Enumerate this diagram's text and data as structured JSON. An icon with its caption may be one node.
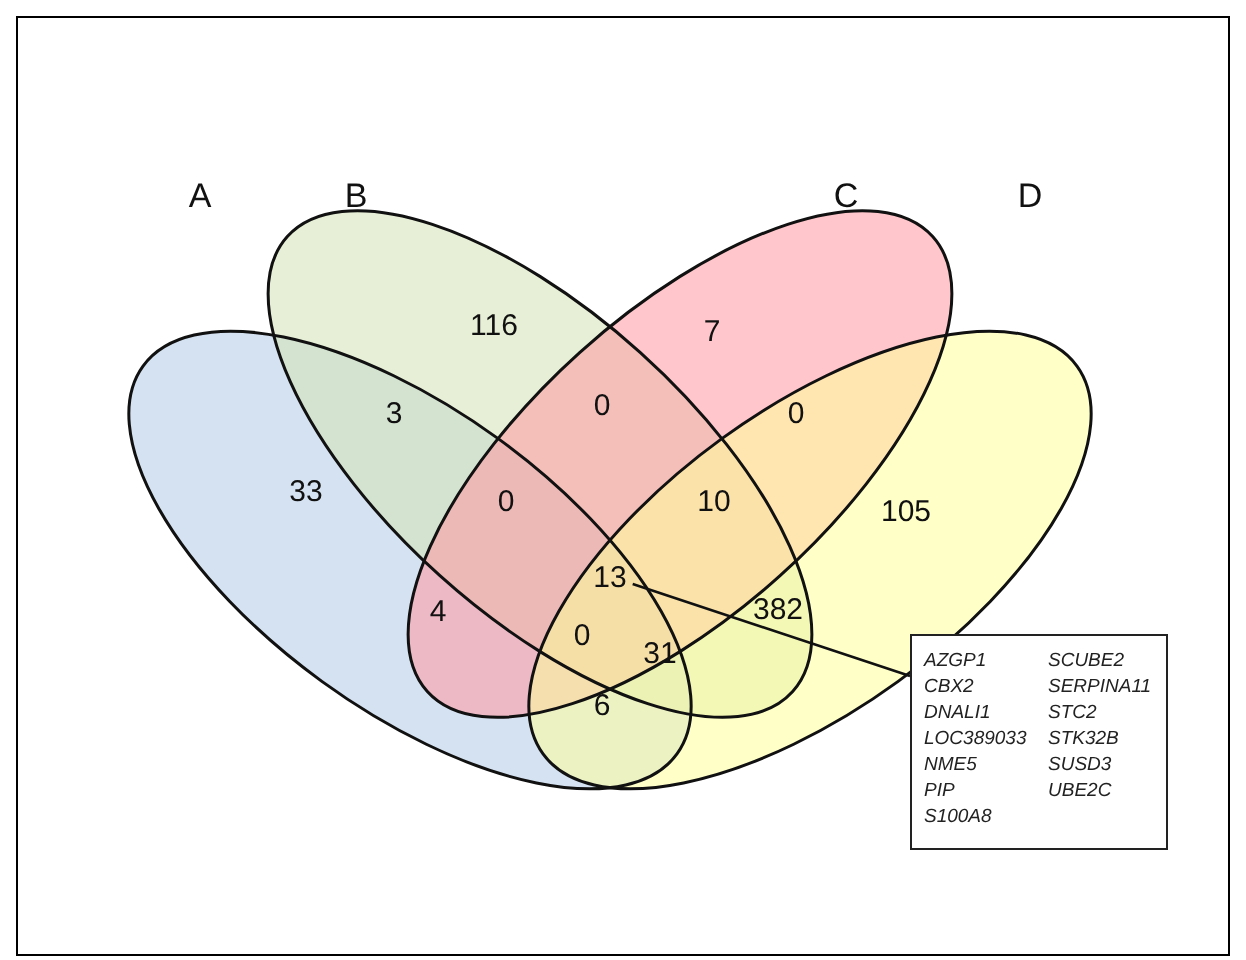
{
  "diagram": {
    "nodes": [
      {
        "text": [
          "13"
        ]
      },
      {
        "text": [
          "AZGP1",
          "CBX2",
          "DNALI1",
          "LOC389033",
          "NME5",
          "PIP",
          "S100A8",
          "SCUBE2",
          "SERPINA11",
          "STC2",
          "STK32B",
          "SUSD3",
          "UBE2C"
        ]
      }
    ],
    "edges": [
      {
        "from": 0,
        "to": 1,
        "arrow": "none"
      }
    ],
    "labels": [
      "A",
      "B",
      "C",
      "D",
      "116",
      "7",
      "3",
      "0",
      "0",
      "33",
      "0",
      "10",
      "105",
      "4",
      "382",
      "0",
      "31",
      "6"
    ]
  }
}
